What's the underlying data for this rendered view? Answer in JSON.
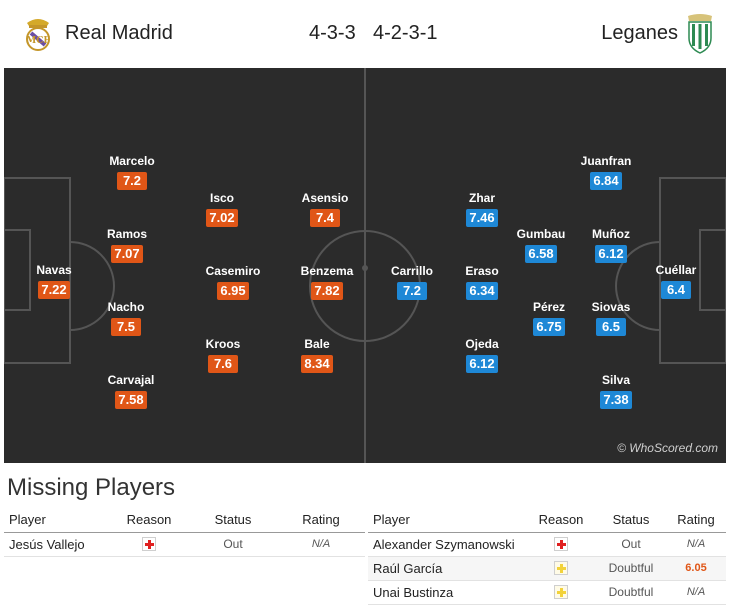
{
  "match": {
    "home": {
      "name": "Real Madrid",
      "formation": "4-3-3",
      "logo_icon": "real-madrid-crest"
    },
    "away": {
      "name": "Leganes",
      "formation": "4-2-3-1",
      "logo_icon": "leganes-crest"
    }
  },
  "pitch": {
    "watermark": "© WhoScored.com",
    "home_color": "#e05617",
    "away_color": "#1e88d6"
  },
  "home_players": [
    {
      "name": "Navas",
      "rating": "7.22"
    },
    {
      "name": "Marcelo",
      "rating": "7.2"
    },
    {
      "name": "Ramos",
      "rating": "7.07"
    },
    {
      "name": "Nacho",
      "rating": "7.5"
    },
    {
      "name": "Carvajal",
      "rating": "7.58"
    },
    {
      "name": "Isco",
      "rating": "7.02"
    },
    {
      "name": "Casemiro",
      "rating": "6.95"
    },
    {
      "name": "Kroos",
      "rating": "7.6"
    },
    {
      "name": "Asensio",
      "rating": "7.4"
    },
    {
      "name": "Benzema",
      "rating": "7.82"
    },
    {
      "name": "Bale",
      "rating": "8.34"
    }
  ],
  "away_players": [
    {
      "name": "Carrillo",
      "rating": "7.2"
    },
    {
      "name": "Zhar",
      "rating": "7.46"
    },
    {
      "name": "Eraso",
      "rating": "6.34"
    },
    {
      "name": "Ojeda",
      "rating": "6.12"
    },
    {
      "name": "Gumbau",
      "rating": "6.58"
    },
    {
      "name": "Pérez",
      "rating": "6.75"
    },
    {
      "name": "Juanfran",
      "rating": "6.84"
    },
    {
      "name": "Muñoz",
      "rating": "6.12"
    },
    {
      "name": "Siovas",
      "rating": "6.5"
    },
    {
      "name": "Silva",
      "rating": "7.38"
    },
    {
      "name": "Cuéllar",
      "rating": "6.4"
    }
  ],
  "missing": {
    "title": "Missing Players",
    "headers": {
      "player": "Player",
      "reason": "Reason",
      "status": "Status",
      "rating": "Rating"
    },
    "home": [
      {
        "player": "Jesús Vallejo",
        "reason_icon": "injury-icon",
        "status": "Out",
        "rating": "N/A"
      }
    ],
    "away": [
      {
        "player": "Alexander Szymanowski",
        "reason_icon": "injury-icon",
        "status": "Out",
        "rating": "N/A"
      },
      {
        "player": "Raúl García",
        "reason_icon": "doubtful-icon",
        "status": "Doubtful",
        "rating": "6.05"
      },
      {
        "player": "Unai Bustinza",
        "reason_icon": "doubtful-icon",
        "status": "Doubtful",
        "rating": "N/A"
      }
    ]
  }
}
